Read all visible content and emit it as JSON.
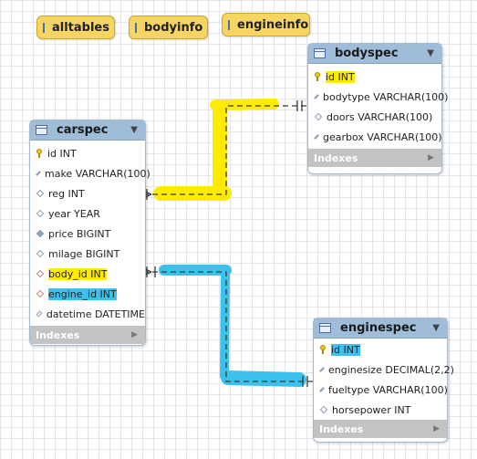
{
  "groups": [
    {
      "label": "alltables"
    },
    {
      "label": "bodyinfo"
    },
    {
      "label": "engineinfo"
    }
  ],
  "tables": {
    "bodyspec": {
      "title": "bodyspec",
      "columns": [
        "id INT",
        "bodytype VARCHAR(100)",
        "doors VARCHAR(100)",
        "gearbox VARCHAR(100)"
      ],
      "footer": "Indexes"
    },
    "carspec": {
      "title": "carspec",
      "columns": [
        "id INT",
        "make VARCHAR(100)",
        "reg INT",
        "year YEAR",
        "price BIGINT",
        "milage BIGINT",
        "body_id INT",
        "engine_id INT",
        "datetime DATETIME"
      ],
      "footer": "Indexes"
    },
    "enginespec": {
      "title": "enginespec",
      "columns": [
        "id INT",
        "enginesize DECIMAL(2,2)",
        "fueltype VARCHAR(100)",
        "horsepower INT"
      ],
      "footer": "Indexes"
    }
  },
  "highlight_colors": {
    "yellow": "#ffeb00",
    "blue": "#3cc0ec"
  }
}
